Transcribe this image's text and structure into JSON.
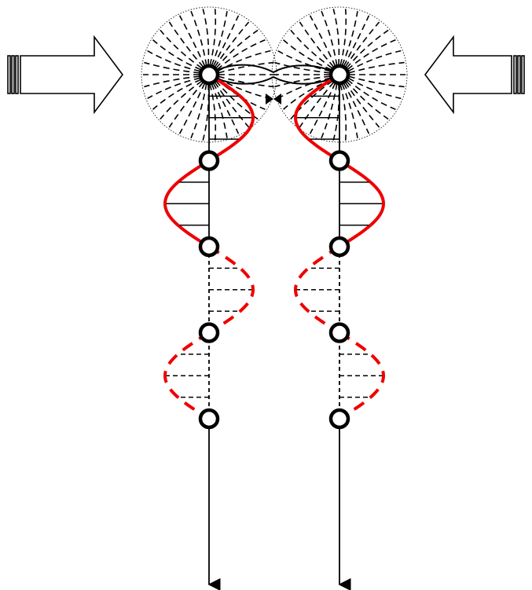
{
  "figure": {
    "strands": [
      {
        "id": "left",
        "side": "left"
      },
      {
        "id": "right",
        "side": "right"
      }
    ],
    "nodes_per_strand": 5,
    "solid_wave_segments": 2,
    "dashed_wave_segments": 2,
    "push_arrows": [
      {
        "id": "left",
        "direction": "right"
      },
      {
        "id": "right",
        "direction": "left"
      }
    ],
    "colors": {
      "wave": "#ee0000",
      "line": "#000000",
      "node_fill": "#ffffff",
      "field_line": "#000000",
      "background": "#ffffff"
    },
    "icons": {
      "push_arrow": "hollow-block-arrow-icon",
      "node": "hollow-circle-node-icon",
      "junction": "bowtie-junction-icon",
      "arrowhead": "arrowhead-down-icon"
    }
  }
}
